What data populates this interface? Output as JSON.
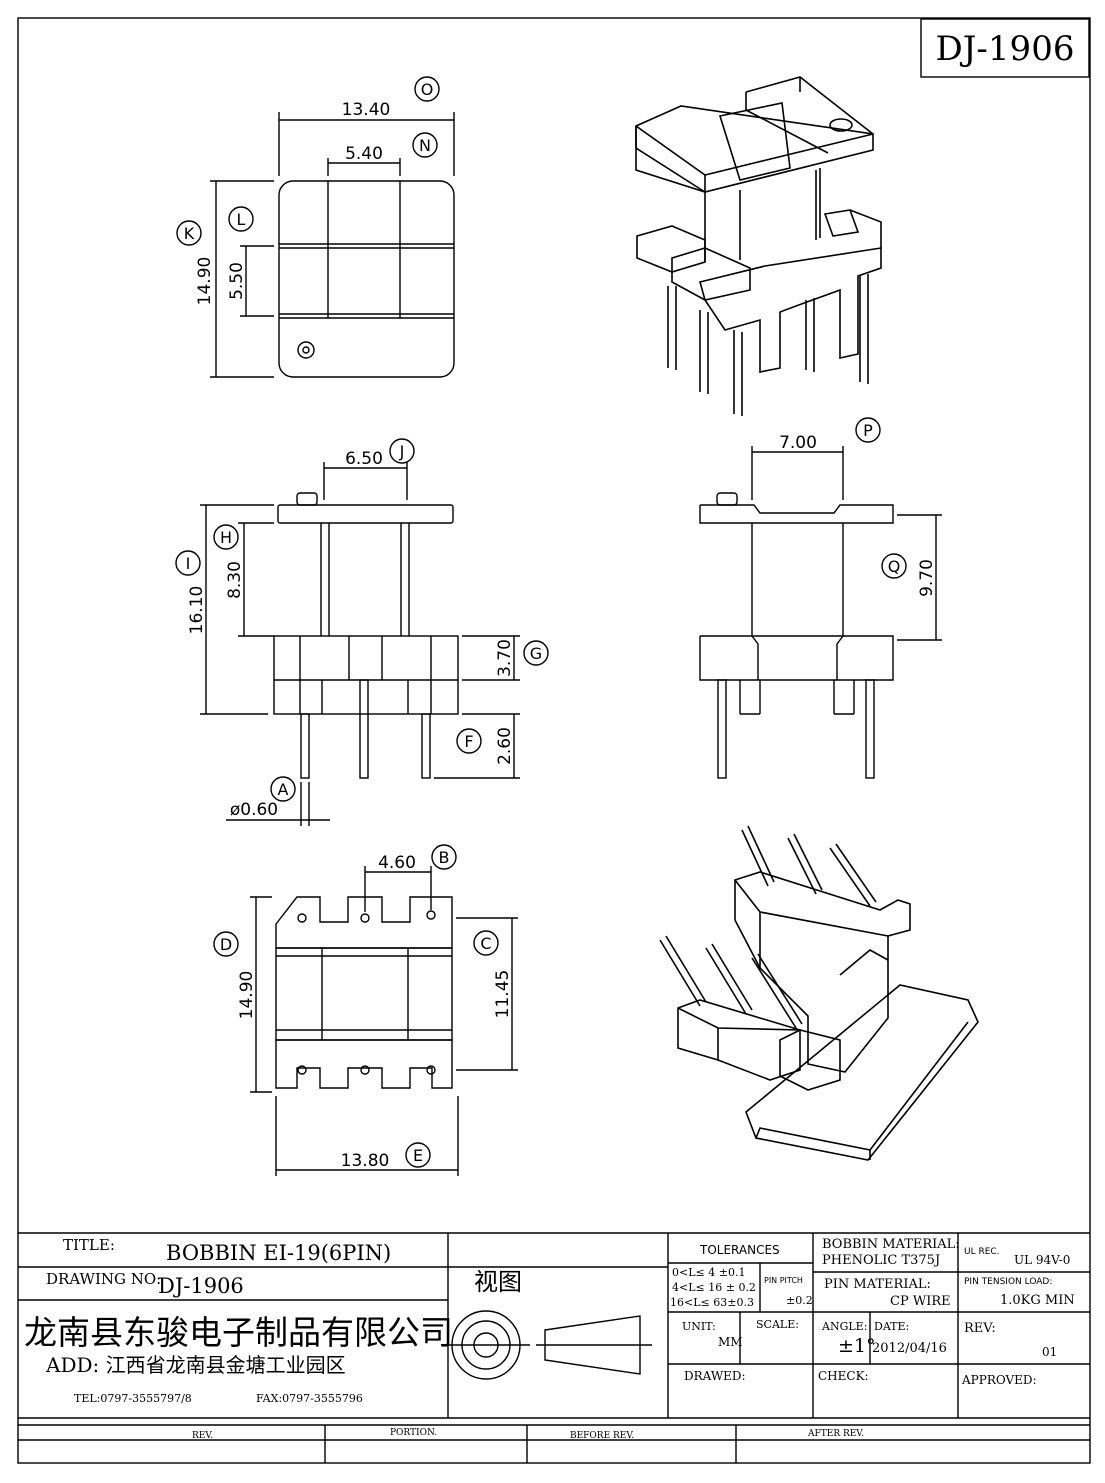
{
  "header": {
    "code": "DJ-1906"
  },
  "dims": {
    "o_width": "13.40",
    "n_window": "5.40",
    "k_height": "14.90",
    "l_window": "5.50",
    "j_width": "6.50",
    "i_height": "16.10",
    "h_height": "8.30",
    "g_height": "3.70",
    "f_pin": "2.60",
    "a_dia": "ø0.60",
    "p_width": "7.00",
    "q_height": "9.70",
    "b_pitch": "4.60",
    "d_height": "14.90",
    "c_height": "11.45",
    "e_width": "13.80"
  },
  "labels": {
    "A": "A",
    "B": "B",
    "C": "C",
    "D": "D",
    "E": "E",
    "F": "F",
    "G": "G",
    "H": "H",
    "I": "I",
    "J": "J",
    "K": "K",
    "L": "L",
    "N": "N",
    "O": "O",
    "P": "P",
    "Q": "Q"
  },
  "title_block": {
    "title_label": "TITLE:",
    "title_value": "BOBBIN   EI-19(6PIN)",
    "drawing_no_label": "DRAWING NO:",
    "drawing_no_value": "DJ-1906",
    "view_label": "视图",
    "company": "龙南县东骏电子制品有限公司",
    "address": "ADD: 江西省龙南县金塘工业园区",
    "tel": "TEL:0797-3555797/8",
    "fax": "FAX:0797-3555796",
    "tolerances_label": "TOLERANCES",
    "tol_1": "0<L≤ 4  ±0.1",
    "tol_2": "4<L≤ 16 ± 0.2",
    "tol_3": "16<L≤ 63±0.3",
    "pin_pitch_label": "PIN PITCH",
    "pin_pitch_value": "±0.2",
    "unit_label": "UNIT:",
    "unit_value": "MM",
    "scale_label": "SCALE:",
    "angle_label": "ANGLE:",
    "angle_value": "±1°",
    "date_label": "DATE:",
    "date_value": "2012/04/16",
    "drawed_label": "DRAWED:",
    "check_label": "CHECK:",
    "bobbin_material_label": "BOBBIN MATERIAL:",
    "bobbin_material_value": "PHENOLIC  T375J",
    "pin_material_label": "PIN MATERIAL:",
    "pin_material_value": "CP WIRE",
    "ul_label": "UL REC.",
    "ul_value": "UL  94V-0",
    "pin_tension_label": "PIN TENSION LOAD:",
    "pin_tension_value": "1.0KG MIN",
    "rev_label": "REV:",
    "rev_value": "01",
    "approved_label": "APPROVED:",
    "rev_col": "REV.",
    "portion_col": "PORTION.",
    "before_col": "BEFORE REV.",
    "after_col": "AFTER REV."
  }
}
